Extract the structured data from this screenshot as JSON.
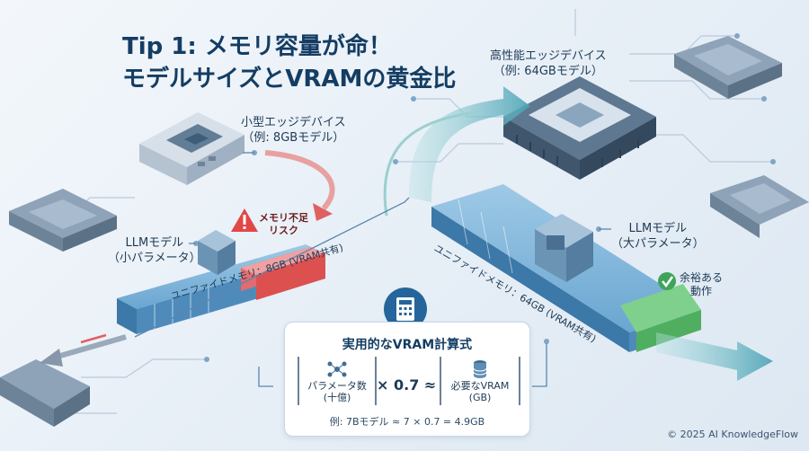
{
  "title": {
    "line1": "Tip 1: メモリ容量が命！",
    "line2": "モデルサイズとVRAMの黄金比"
  },
  "small_device": {
    "name": "小型エッジデバイス",
    "example": "（例: 8GBモデル）"
  },
  "large_device": {
    "name": "高性能エッジデバイス",
    "example": "（例: 64GBモデル）"
  },
  "small_model": {
    "name": "LLMモデル",
    "params": "（小パラメータ）"
  },
  "large_model": {
    "name": "LLMモデル",
    "params": "（大パラメータ）"
  },
  "warning": {
    "line1": "メモリ不足",
    "line2": "リスク"
  },
  "ok": {
    "line1": "余裕ある",
    "line2": "動作"
  },
  "small_memory_label": "ユニファイドメモリ：8GB (VRAM共有)",
  "large_memory_label": "ユニファイドメモリ：64GB (VRAM共有)",
  "formula": {
    "title": "実用的なVRAM計算式",
    "term1_line1": "パラメータ数",
    "term1_line2": "(十億)",
    "operator": "× 0.7 ≈",
    "term2_line1": "必要なVRAM",
    "term2_line2": "(GB)",
    "example": "例: 7Bモデル ≈ 7 × 0.7 = 4.9GB"
  },
  "copyright": "© 2025 AI KnowledgeFlow",
  "colors": {
    "title": "#143d63",
    "memory_blue": "#5f9ccb",
    "warning_red": "#e25b5b",
    "ok_green": "#58b86a",
    "teal_flow": "#5fb2b7"
  },
  "icons": [
    "chip-icon",
    "warning-icon",
    "check-icon",
    "calculator-icon",
    "network-icon",
    "database-icon"
  ]
}
